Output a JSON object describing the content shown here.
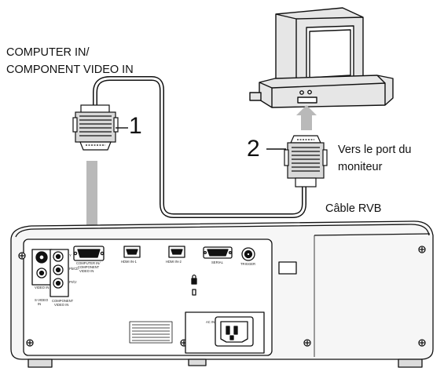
{
  "labels": {
    "computer_in_line1": "COMPUTER IN/",
    "computer_in_line2": "COMPONENT VIDEO IN",
    "callout_1": "1",
    "callout_2": "2",
    "monitor_port_line1": "Vers le port du",
    "monitor_port_line2": "moniteur",
    "rgb_cable": "Câble RVB"
  },
  "panel_labels": {
    "video_in": "VIDEO IN",
    "s_video_in_1": "S-VIDEO",
    "s_video_in_2": "IN",
    "computer_in_1": "COMPUTER IN/",
    "computer_in_2": "COMPONENT",
    "computer_in_3": "VIDEO IN",
    "component_1": "COMPONENT",
    "component_2": "VIDEO IN",
    "hdmi_1": "HDMI IN-1",
    "hdmi_2": "HDMI IN-2",
    "serial": "SERIAL",
    "trigger": "TRIGGER",
    "ac_in": "AC IN",
    "y": "Y",
    "pb": "Pb/Cb",
    "pr": "Pr/Cr"
  },
  "colors": {
    "line": "#111111",
    "gray_fill": "#b9b9b9",
    "light_fill": "#dcdcdc",
    "panel_fill": "#f2f2f2"
  }
}
